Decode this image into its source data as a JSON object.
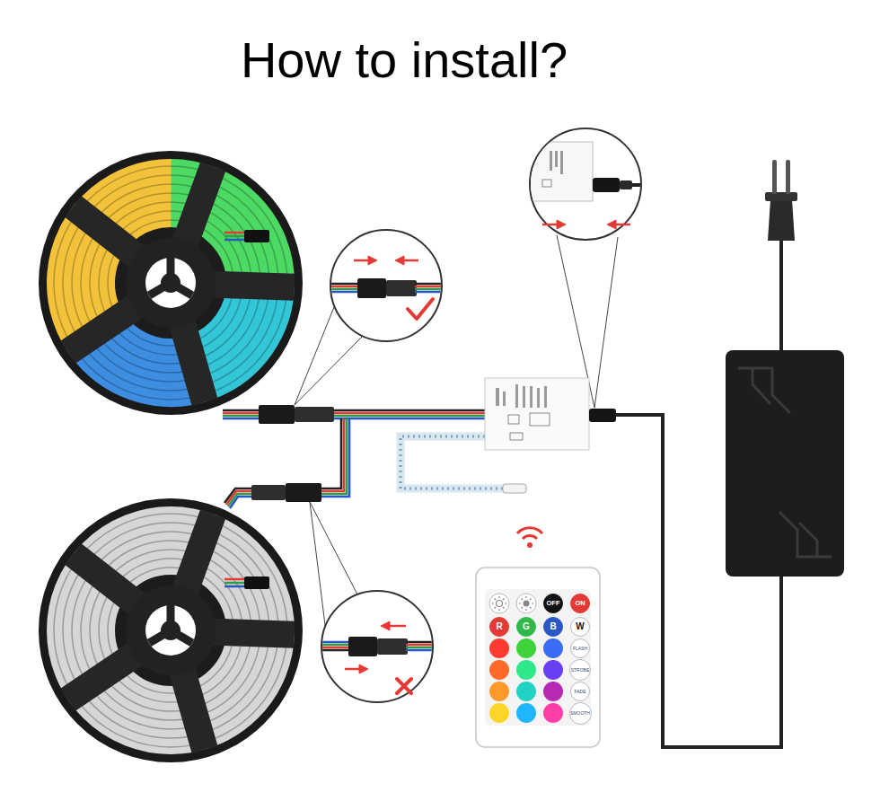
{
  "diagram": {
    "title": "How to install?",
    "nodes": [
      {
        "text": [
          "OFF"
        ]
      },
      {
        "text": [
          "ON"
        ]
      },
      {
        "text": [
          "R"
        ]
      },
      {
        "text": [
          "G"
        ]
      },
      {
        "text": [
          "B"
        ]
      },
      {
        "text": [
          "W"
        ]
      },
      {
        "text": [
          "FLASH"
        ]
      },
      {
        "text": [
          "STROBE"
        ]
      },
      {
        "text": [
          "FADE"
        ]
      },
      {
        "text": [
          "SMOOTH"
        ]
      }
    ]
  }
}
